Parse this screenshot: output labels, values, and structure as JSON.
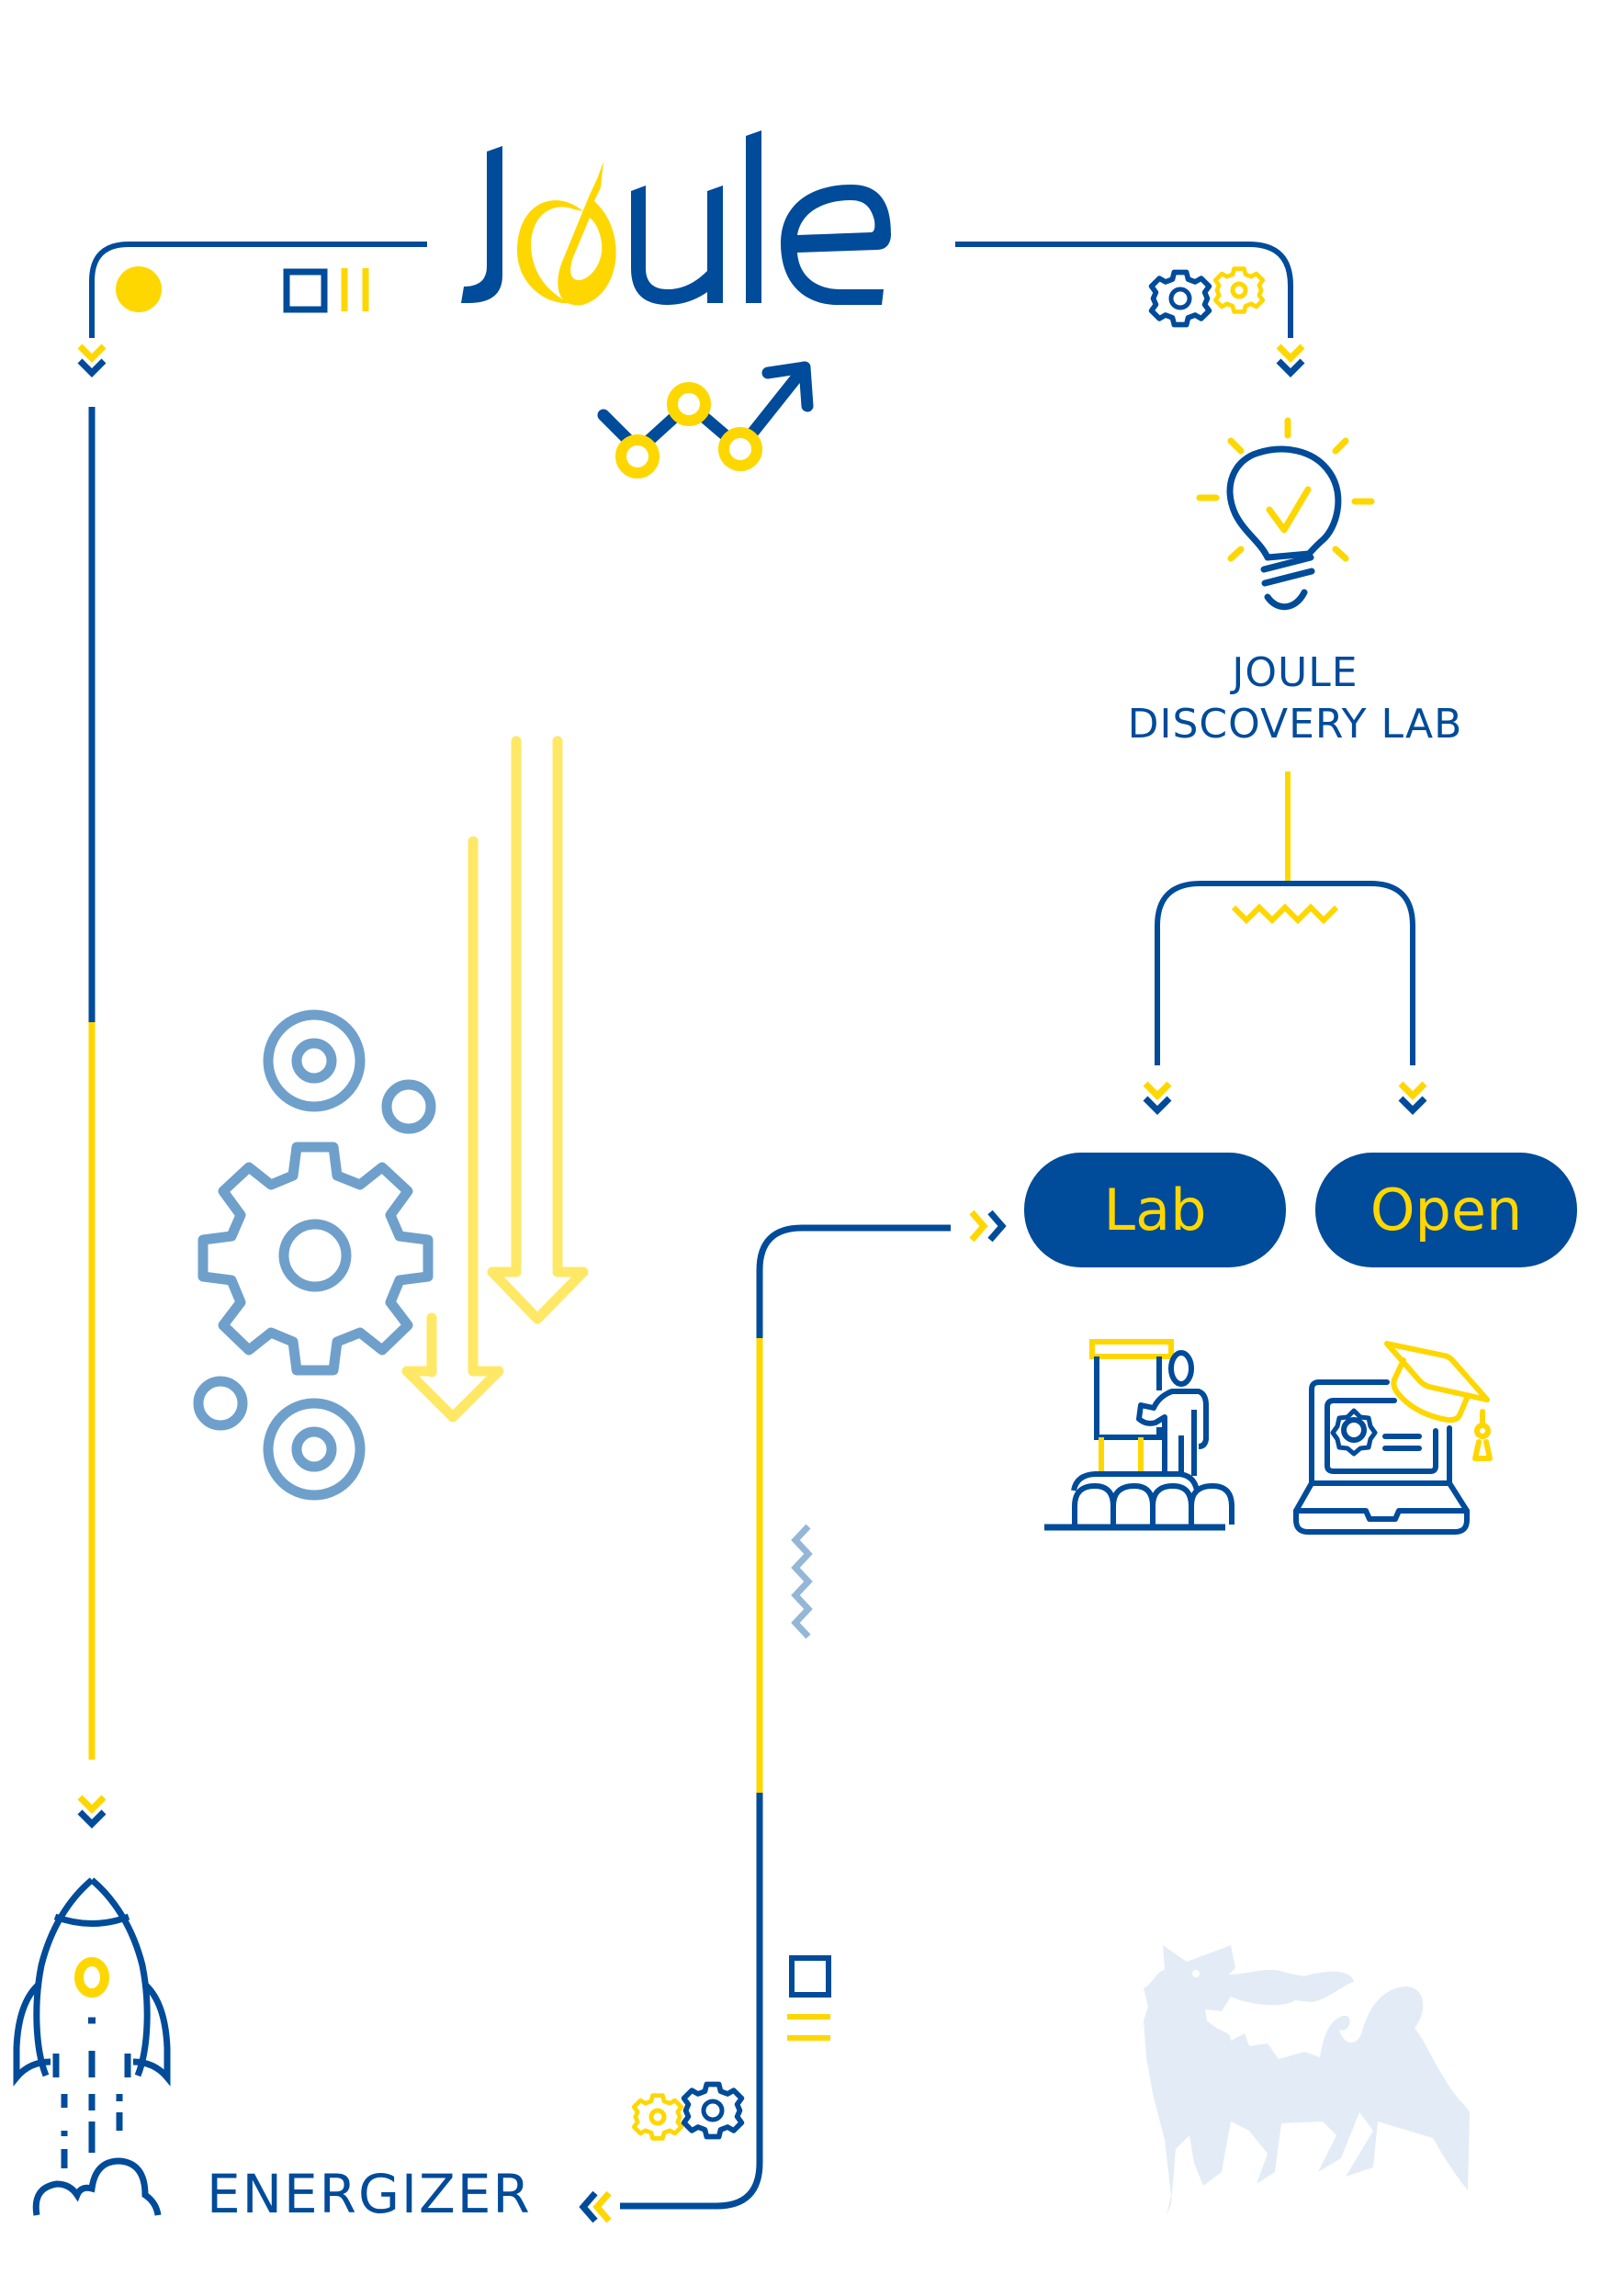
{
  "brand": {
    "logo_text": "Joule",
    "colors": {
      "primary_blue": "#004b9a",
      "accent_yellow": "#ffd700",
      "light_yellow": "#ffe866",
      "muted_blue": "#6fa0cb",
      "watermark_blue": "#e3ecf6"
    }
  },
  "nodes": {
    "discovery_lab": {
      "title_line1": "JOULE",
      "title_line2": "DISCOVERY LAB",
      "icon": "lightbulb-check-icon"
    },
    "lab": {
      "label": "Lab",
      "icon": "presentation-audience-icon"
    },
    "open": {
      "label": "Open",
      "icon": "laptop-graduation-icon"
    },
    "energizer": {
      "label": "ENERGIZER",
      "icon": "rocket-icon"
    }
  },
  "decorations": {
    "growth_icon": "trend-up-arrow-icon",
    "gears_icon": "gears-icon",
    "target_icon": "concentric-circles-icon",
    "down_arrows_icon": "down-arrows-icon",
    "watermark": "six-legged-dog-logo"
  }
}
